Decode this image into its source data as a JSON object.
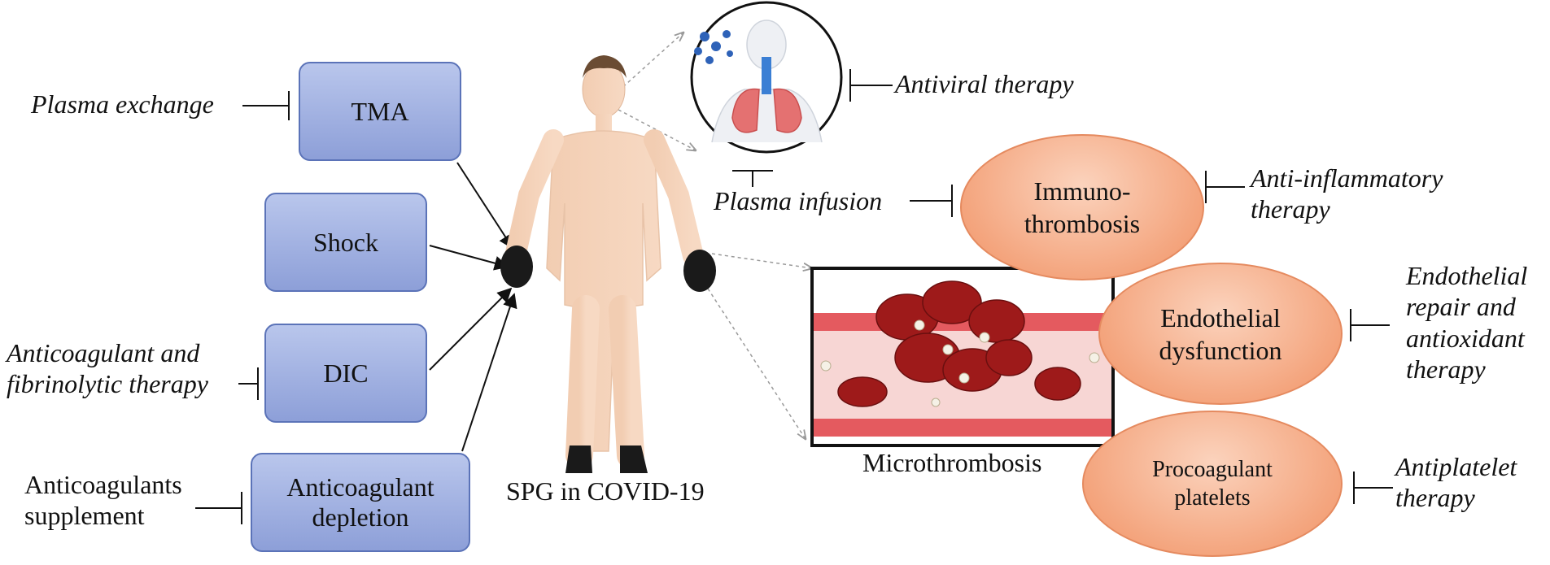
{
  "left_boxes": {
    "tma": "TMA",
    "shock": "Shock",
    "dic": "DIC",
    "depletion": "Anticoagulant\ndepletion"
  },
  "left_therapies": {
    "plasma_exchange": "Plasma exchange",
    "anticoag_fibrinolytic": "Anticoagulant and\nfibrinolytic therapy",
    "anticoag_supplement": "Anticoagulants\nsupplement"
  },
  "center": {
    "caption": "SPG in COVID-19"
  },
  "top": {
    "antiviral": "Antiviral therapy",
    "plasma_infusion": "Plasma infusion"
  },
  "microthrombosis": {
    "caption": "Microthrombosis"
  },
  "ellipses": {
    "immuno": "Immuno-\nthrombosis",
    "endothelial": "Endothelial\ndysfunction",
    "procoagulant": "Procoagulant\nplatelets"
  },
  "right_therapies": {
    "anti_inflammatory": "Anti-inflammatory\ntherapy",
    "endothelial_repair": "Endothelial\nrepair and\nantioxidant\ntherapy",
    "antiplatelet": "Antiplatelet\ntherapy"
  }
}
